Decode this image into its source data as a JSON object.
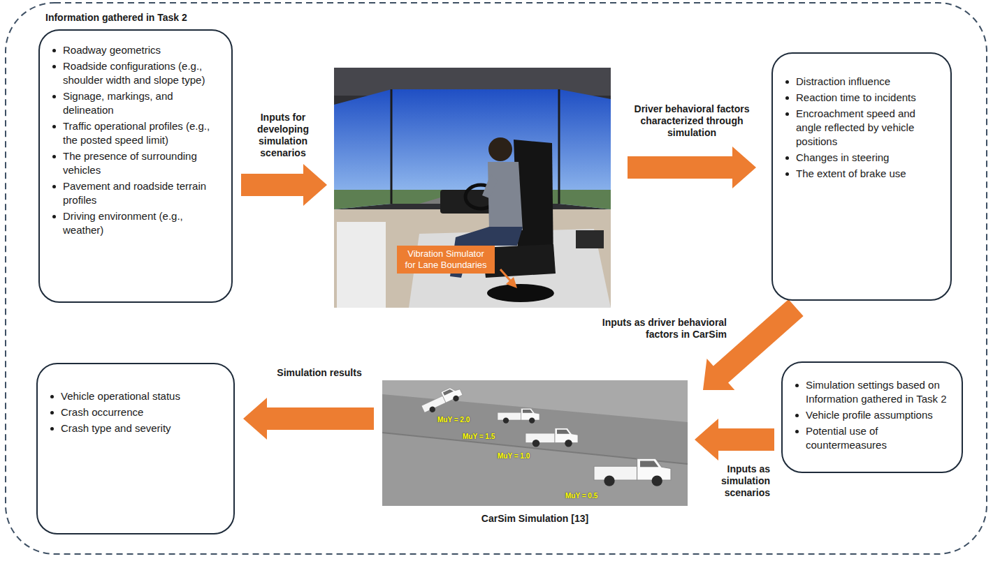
{
  "diagram": {
    "nodes": [
      {
        "text": [
          "Information gathered in Task 2",
          "Roadway geometrics",
          "Roadside configurations (e.g., shoulder width and slope type)",
          "Signage, markings, and delineation",
          "Traffic operational profiles (e.g., the posted speed limit)",
          "The presence of surrounding vehicles",
          "Pavement and roadside terrain profiles",
          "Driving environment (e.g., weather)"
        ]
      },
      {
        "text": [
          "Vibration Simulator for Lane Boundaries"
        ]
      },
      {
        "text": [
          "Distraction influence",
          "Reaction time to incidents",
          "Encroachment speed and angle reflected by vehicle positions",
          "Changes in steering",
          "The extent of brake use"
        ]
      },
      {
        "text": [
          "Vehicle operational status",
          "Crash occurrence",
          "Crash type and severity"
        ]
      },
      {
        "text": [
          "MuY = 2.0",
          "MuY = 1.5",
          "MuY = 1.0",
          "MuY = 0.5",
          "CarSim Simulation [13]"
        ]
      },
      {
        "text": [
          "Simulation settings based on Information gathered in Task 2",
          "Vehicle profile assumptions",
          "Potential use of countermeasures"
        ]
      }
    ],
    "edges": [
      {
        "from": 0,
        "to": 1,
        "arrow": "to",
        "label": "Inputs for developing simulation scenarios"
      },
      {
        "from": 1,
        "to": 2,
        "arrow": "to",
        "label": "Driver behavioral factors characterized through simulation"
      },
      {
        "from": 2,
        "to": 4,
        "arrow": "to",
        "label": "Inputs as driver behavioral factors in CarSim"
      },
      {
        "from": 5,
        "to": 4,
        "arrow": "to",
        "label": "Inputs as simulation scenarios"
      },
      {
        "from": 4,
        "to": 3,
        "arrow": "to",
        "label": "Simulation results"
      }
    ]
  }
}
